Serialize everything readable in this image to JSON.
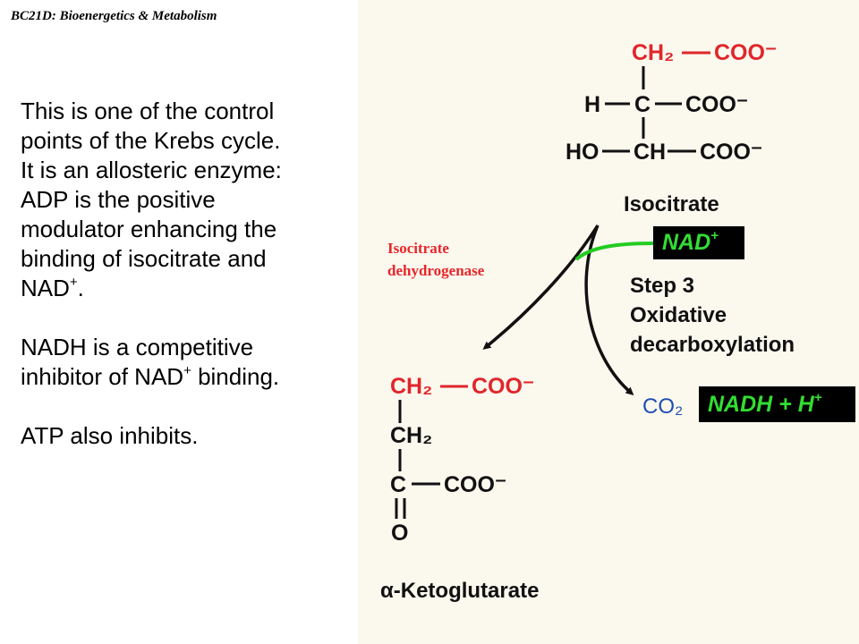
{
  "header": {
    "title": "BC21D: Bioenergetics & Metabolism"
  },
  "description": {
    "paragraph1": [
      "This is one of the control",
      "points of the Krebs cycle.",
      "It is an allosteric enzyme:",
      "ADP is the positive",
      "modulator enhancing the",
      "binding of isocitrate and"
    ],
    "paragraph1_last": "NAD",
    "paragraph1_last_sup": "+",
    "paragraph1_last_tail": ".",
    "paragraph2_line1": "NADH is a competitive",
    "paragraph2_line2_pre": "inhibitor of NAD",
    "paragraph2_line2_sup": "+",
    "paragraph2_line2_post": " binding.",
    "paragraph3": "ATP also inhibits."
  },
  "enzyme": {
    "line1": "Isocitrate",
    "line2": "dehydrogenase"
  },
  "cofactor_in": {
    "base": "NAD",
    "sup": "+"
  },
  "cofactor_out": {
    "base": "NADH + H",
    "sup": "+"
  },
  "substrate": {
    "row1": [
      "CH₂",
      "COO⁻"
    ],
    "row2": [
      "H",
      "C",
      "COO⁻"
    ],
    "row3": [
      "HO",
      "CH",
      "COO⁻"
    ],
    "name": "Isocitrate"
  },
  "step": {
    "label": "Step 3",
    "line1": "Oxidative",
    "line2": "decarboxylation"
  },
  "co2": "CO₂",
  "product": {
    "row1": [
      "CH₂",
      "COO⁻"
    ],
    "row2": "CH₂",
    "row3": [
      "C",
      "COO⁻"
    ],
    "row4": "O",
    "name": "α-Ketoglutarate"
  },
  "colors": {
    "enzyme_red": "#e8262a",
    "box_green": "#33dd33",
    "arrow_green": "#22cc22",
    "scan_red": "#e0262b",
    "scan_blue": "#1d4fb0",
    "scan_background": "#fbf8ee"
  }
}
